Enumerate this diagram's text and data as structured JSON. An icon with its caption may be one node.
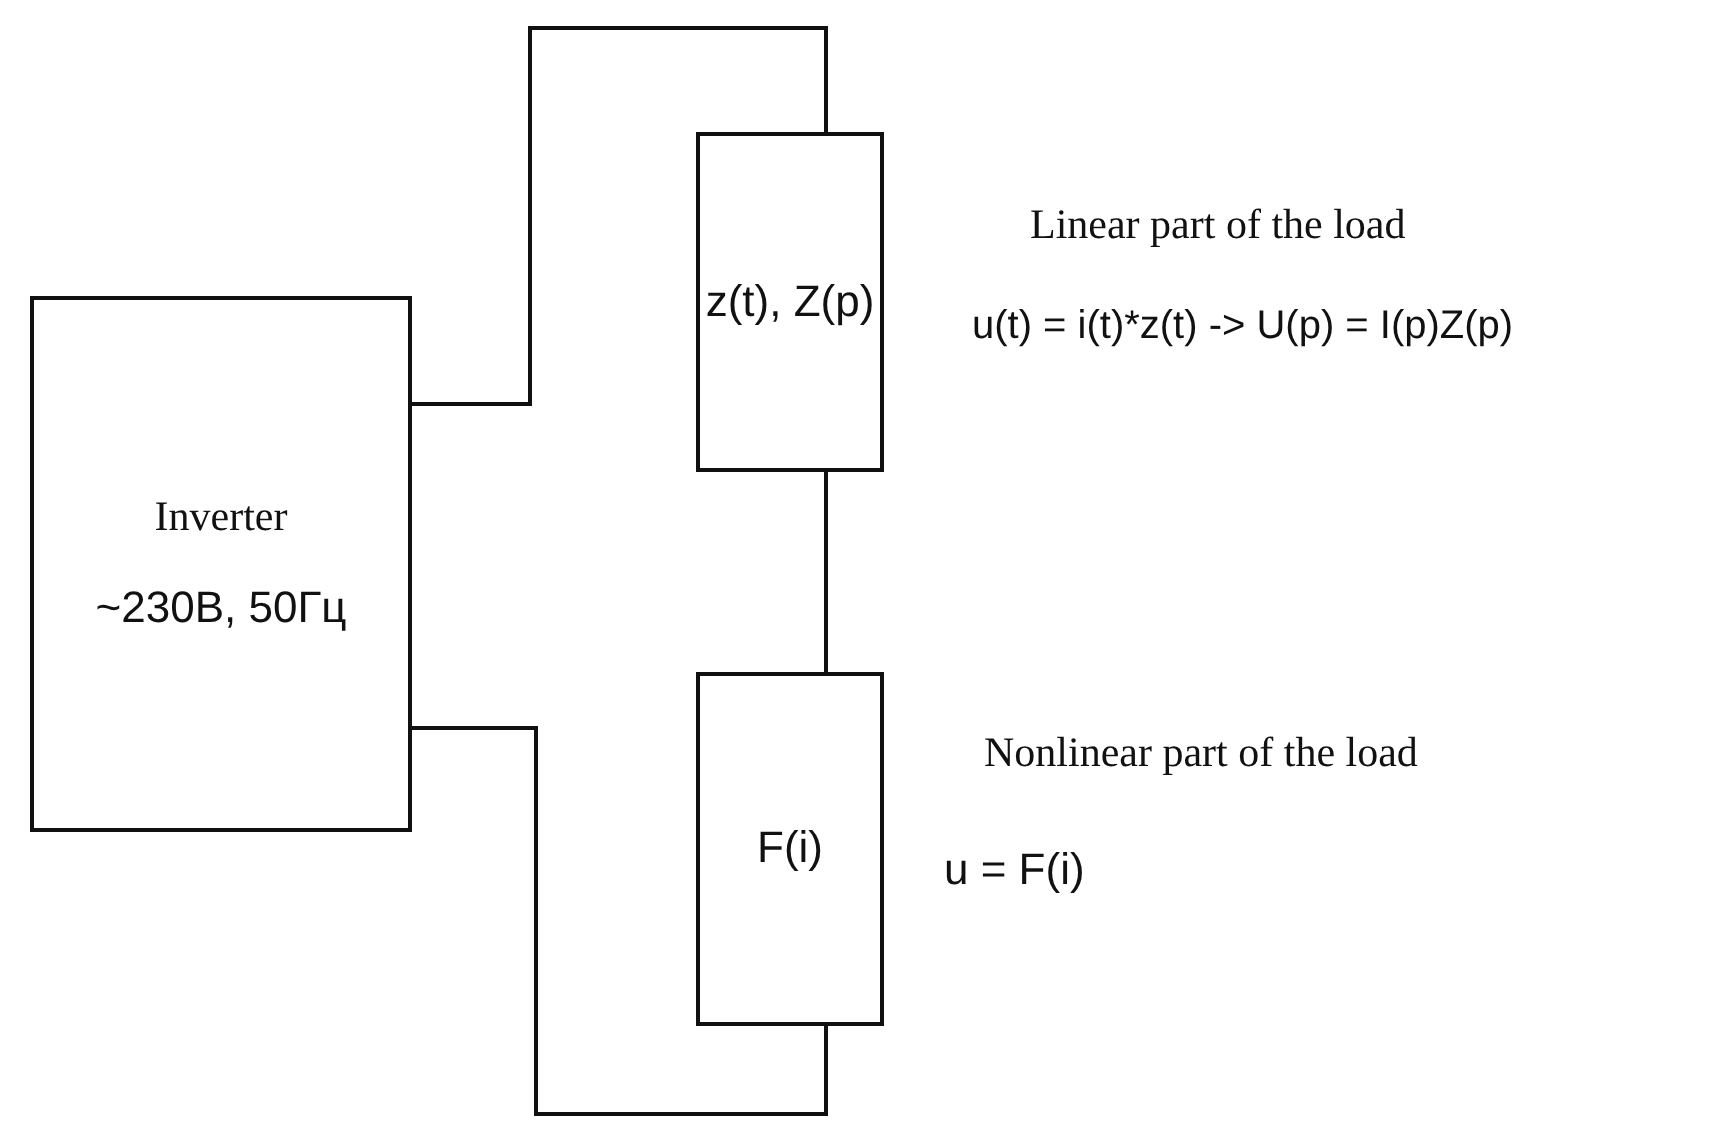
{
  "diagram": {
    "nodes": [
      {
        "text": [
          "Inverter",
          "~230В, 50Гц"
        ]
      },
      {
        "text": [
          "z(t), Z(p)"
        ],
        "beside": [
          "Linear part of the load",
          "u(t) = i(t)*z(t) -> U(p) = I(p)Z(p)"
        ]
      },
      {
        "text": [
          "F(i)"
        ],
        "beside": [
          "Nonlinear part of the load",
          "u = F(i)"
        ]
      }
    ],
    "edges": [
      {
        "from": 0,
        "to": 1,
        "arrow": "none"
      },
      {
        "from": 1,
        "to": 2,
        "arrow": "none"
      },
      {
        "from": 2,
        "to": 0,
        "arrow": "none"
      }
    ]
  }
}
